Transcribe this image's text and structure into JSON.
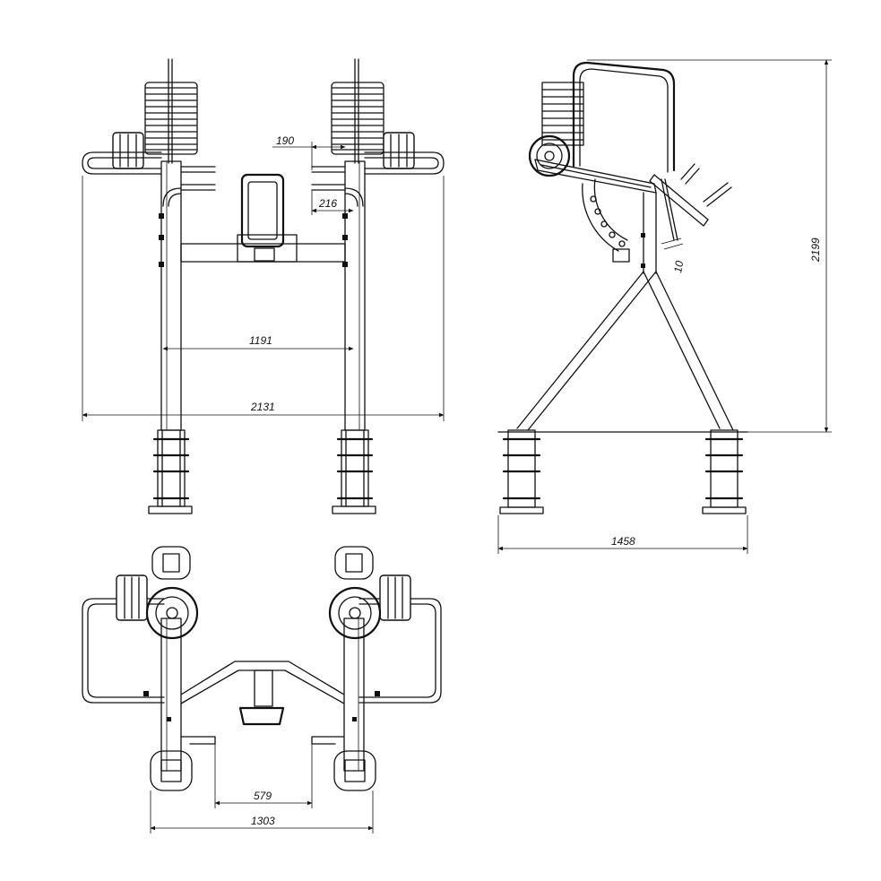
{
  "drawing": {
    "dimensions": {
      "front_width_total": "2131",
      "front_column_span": "1191",
      "front_offset_top": "190",
      "front_offset_handle": "216",
      "side_height": "2199",
      "side_base_length": "1458",
      "side_angle_gap": "10",
      "top_inner_gap": "579",
      "top_base_width": "1303"
    },
    "colors": {
      "line": "#111111",
      "background": "#ffffff"
    }
  }
}
